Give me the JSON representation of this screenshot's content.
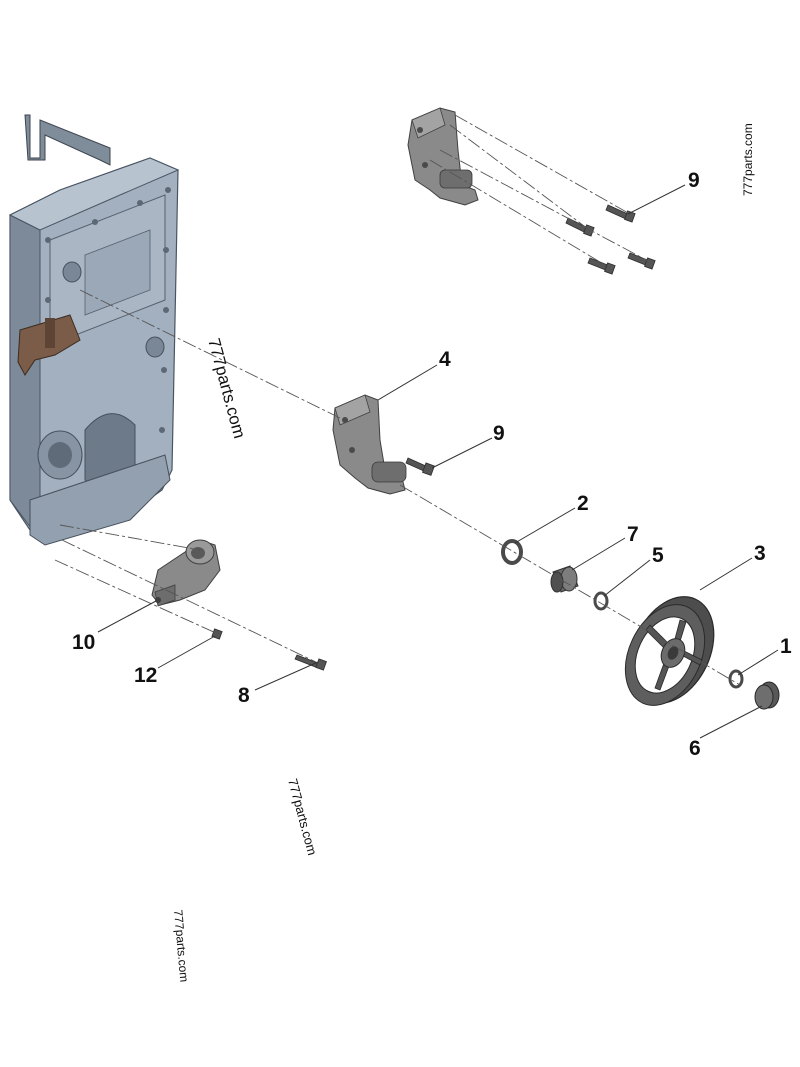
{
  "watermark": "777parts.com",
  "callouts": {
    "c1": "1",
    "c2": "2",
    "c3": "3",
    "c4": "4",
    "c5": "5",
    "c6": "6",
    "c7": "7",
    "c8": "8",
    "c9_top": "9",
    "c9_mid": "9",
    "c10": "10",
    "c12": "12"
  },
  "colors": {
    "housing": "#9eabba",
    "housing_dark": "#6f7d8c",
    "bracket": "#8a8a8a",
    "bracket_dark": "#5c5c5c",
    "pulley": "#5a5a5a",
    "pulley_dark": "#3a3a3a",
    "strap": "#7a5c48"
  }
}
